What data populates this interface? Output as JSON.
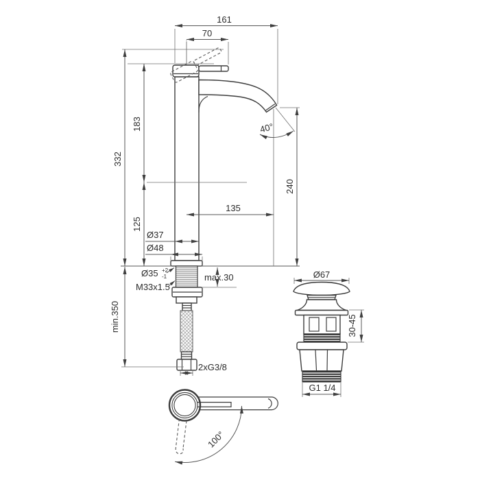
{
  "page": {
    "background": "#ffffff",
    "description": "Technical dimensional drawing of a tall single-lever basin mixer tap with flexible supply hose, pop-up waste valve detail and handle swivel top view"
  },
  "colors": {
    "object_line": "#3c3c3c",
    "dimension_line": "#565656",
    "text": "#2b2b2b",
    "background": "#ffffff"
  },
  "views": {
    "front": {
      "dims": {
        "overall_reach": "161",
        "handle_length": "70",
        "upper_height": "183",
        "overall_height": "332",
        "base_section_height": "125",
        "spout_reach": "135",
        "spout_outlet_height": "240",
        "outlet_angle": "40°",
        "body_diameter": "Ø37",
        "base_diameter": "Ø48",
        "hole_diameter": "Ø35",
        "hole_tol_upper": "+2",
        "hole_tol_lower": "-1",
        "shank_thread": "M33x1.5",
        "max_mounting_thickness": "max.30",
        "min_hose_length": "min.350",
        "supply_connections": "2xG3/8"
      }
    },
    "waste": {
      "dims": {
        "cap_diameter": "Ø67",
        "mounting_range": "30-45",
        "outlet_thread": "G1 1/4"
      }
    },
    "top": {
      "dims": {
        "handle_swing_angle": "100°"
      }
    }
  }
}
